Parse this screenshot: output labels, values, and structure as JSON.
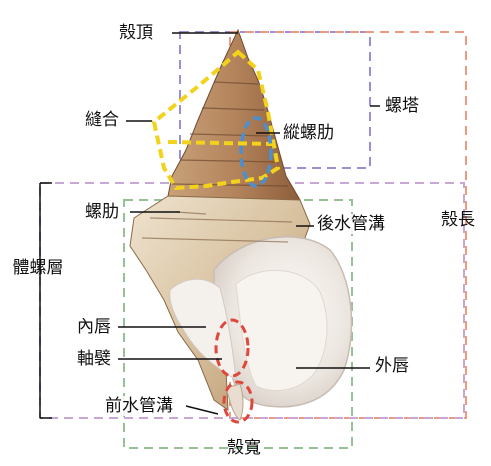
{
  "diagram": {
    "labels": {
      "apex": "殼頂",
      "suture": "縫合",
      "axial_rib": "縱螺肋",
      "spire": "螺塔",
      "spiral_rib": "螺肋",
      "siphonal_canal_posterior": "後水管溝",
      "shell_length": "殼長",
      "body_whorl": "體螺層",
      "inner_lip": "內唇",
      "columellar_fold": "軸襞",
      "outer_lip": "外唇",
      "siphonal_canal_anterior": "前水管溝",
      "shell_width": "殼寬"
    },
    "colors": {
      "spire_box": "#9a8fd6",
      "length_box": "#ee9a80",
      "width_box": "#94c294",
      "body_box": "#c9a7d4",
      "suture_outline": "#f3d21c",
      "axial_outline": "#4a8fd0",
      "fold_outline": "#e0473c",
      "leader_line": "#111111"
    }
  }
}
